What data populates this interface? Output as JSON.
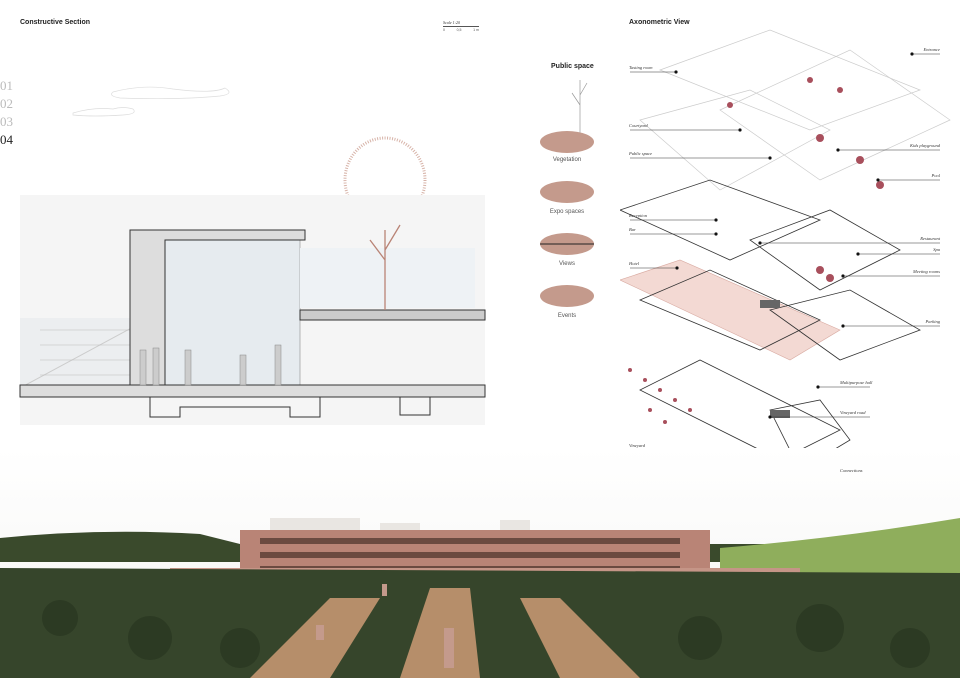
{
  "section": {
    "title": "Constructive Section",
    "scale": {
      "label": "Scale 1:20",
      "ticks": [
        "0",
        "0,5",
        "1 m"
      ]
    },
    "page_numbers": [
      "01",
      "02",
      "03",
      "04"
    ],
    "active_page": "04"
  },
  "public_space": {
    "title": "Public space",
    "items": [
      "Vegetation",
      "Expo spaces",
      "Views",
      "Events"
    ]
  },
  "axonometric": {
    "title": "Axonometric View",
    "labels_left": [
      "Tasting room",
      "Courtyard",
      "Public space",
      "Reception",
      "Bar",
      "Hotel",
      "Vineyard"
    ],
    "labels_right": [
      "Entrance",
      "Kids playground",
      "Pool",
      "Restaurant",
      "Spa",
      "Meeting rooms",
      "Parking",
      "Multipurpose hall",
      "Vineyard road",
      "Connections"
    ]
  },
  "colors": {
    "accent": "#c49a8c",
    "building": "#b98476",
    "vine": "#2f3b26"
  }
}
